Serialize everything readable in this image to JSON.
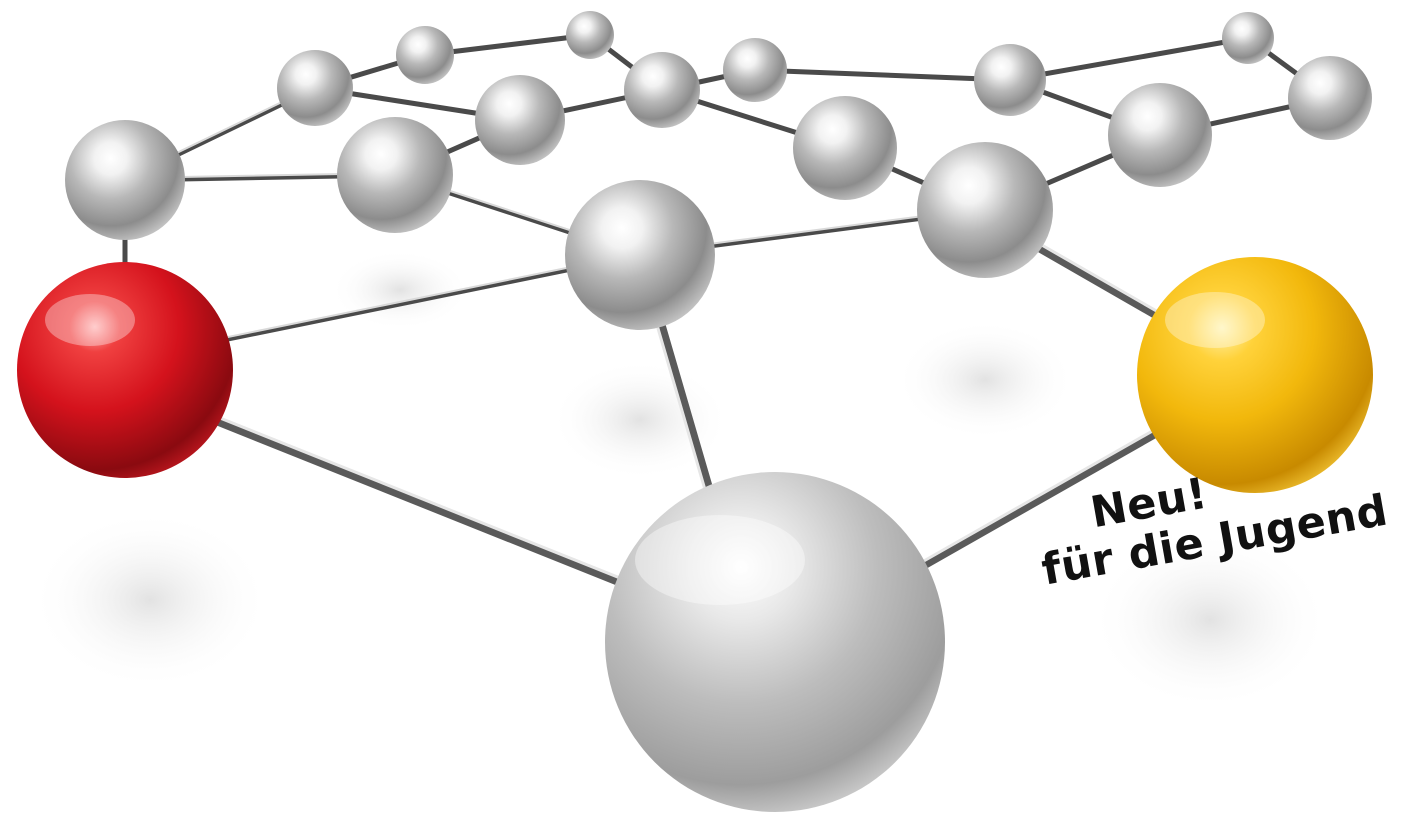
{
  "caption": {
    "line1": "Neu!",
    "line2": "für die Jugend"
  },
  "colors": {
    "background": "#ffffff",
    "sphere_silver": "#b5b5b5",
    "sphere_red": "#d4121c",
    "sphere_gold": "#f2b80c",
    "connector": "#8a8a8a",
    "text": "#111111"
  },
  "scene": {
    "subject": "network of connected glossy spheres",
    "highlighted_nodes": [
      "red",
      "gold"
    ]
  }
}
